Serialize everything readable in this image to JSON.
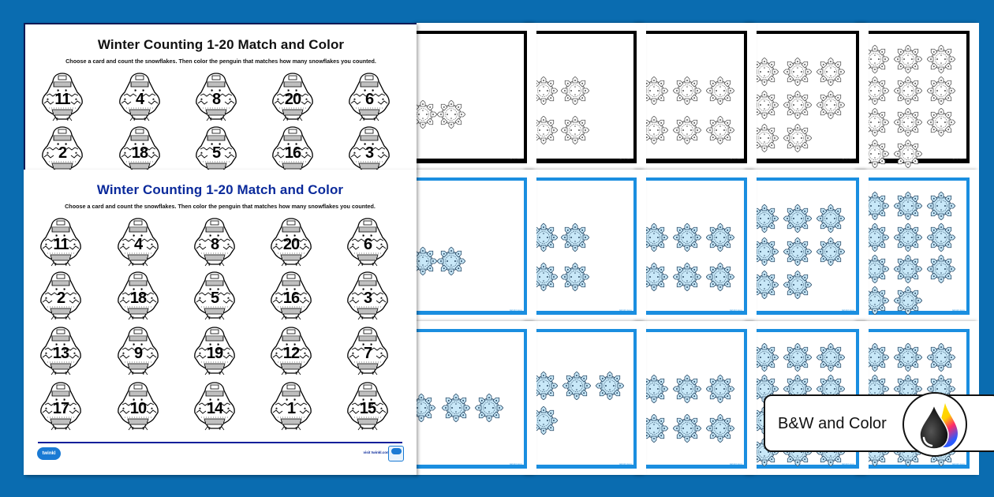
{
  "overlay": {
    "label": "B&W and Color",
    "icon": "ink-drops-icon"
  },
  "worksheet_bw": {
    "title": "Winter Counting 1-20 Match and Color",
    "instructions": "Choose a card and count the snowflakes. Then color the penguin that matches how many snowflakes you counted.",
    "numbers_visible": [
      11,
      4,
      8,
      20,
      6,
      2,
      18,
      5,
      16,
      3
    ]
  },
  "worksheet_color": {
    "title": "Winter Counting 1-20 Match and Color",
    "instructions": "Choose a card and count the snowflakes. Then color the penguin that matches how many snowflakes you counted.",
    "numbers": [
      11,
      4,
      8,
      20,
      6,
      2,
      18,
      5,
      16,
      3,
      13,
      9,
      19,
      12,
      7,
      17,
      10,
      14,
      1,
      15
    ],
    "footer_logo": "twinkl",
    "footer_url": "visit twinkl.com"
  },
  "cards": {
    "footer_text": "twinkl.com",
    "bw_row": [
      2,
      4,
      6,
      8,
      11
    ],
    "color_row_1": [
      2,
      4,
      6,
      8,
      11
    ],
    "color_row_2": [
      3,
      5,
      6,
      12,
      12
    ]
  },
  "colors": {
    "background": "#0a6cb0",
    "title_blue": "#0b2a9b",
    "card_border_blue": "#1a8ee0",
    "snowflake_fill": "#c8e8f8"
  }
}
